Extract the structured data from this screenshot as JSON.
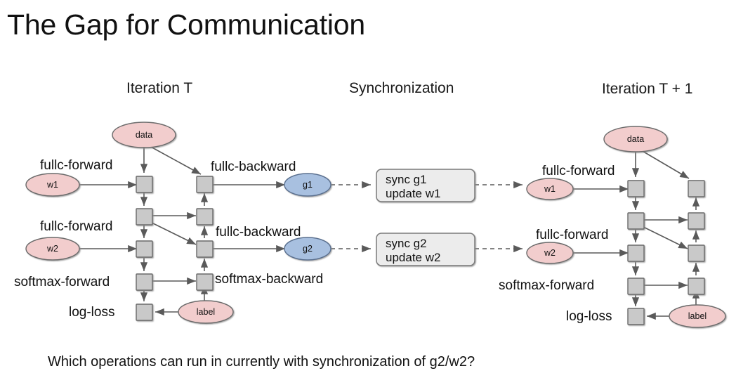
{
  "title": "The Gap for Communication",
  "caption": "Which operations can run in currently with synchronization of g2/w2?",
  "headers": {
    "left": "Iteration T",
    "middle": "Synchronization",
    "right": "Iteration T + 1"
  },
  "colors": {
    "data_ellipse_fill": "#f2cdcd",
    "data_ellipse_stroke": "#6b6b6b",
    "grad_ellipse_fill": "#a8c0e0",
    "grad_ellipse_stroke": "#5a6f8f",
    "op_square_fill": "#c9c9c9",
    "op_square_stroke": "#6b6b6b",
    "sync_box_fill": "#ececec",
    "sync_box_stroke": "#7a7a7a",
    "edge": "#5a5a5a",
    "text": "#111111"
  },
  "left_graph": {
    "name": "Iteration T",
    "ellipses": [
      {
        "id": "data-t",
        "label": "data",
        "kind": "data"
      },
      {
        "id": "w1-t",
        "label": "w1",
        "kind": "data"
      },
      {
        "id": "w2-t",
        "label": "w2",
        "kind": "data"
      },
      {
        "id": "label-t",
        "label": "label",
        "kind": "data"
      },
      {
        "id": "g1",
        "label": "g1",
        "kind": "gradient"
      },
      {
        "id": "g2",
        "label": "g2",
        "kind": "gradient"
      }
    ],
    "op_labels": [
      {
        "id": "fwd-fullc-1",
        "text": "fullc-forward"
      },
      {
        "id": "fwd-fullc-2",
        "text": "fullc-forward"
      },
      {
        "id": "fwd-softmax",
        "text": "softmax-forward"
      },
      {
        "id": "fwd-logloss",
        "text": "log-loss"
      },
      {
        "id": "bwd-fullc-1",
        "text": "fullc-backward"
      },
      {
        "id": "bwd-fullc-2",
        "text": "fullc-backward"
      },
      {
        "id": "bwd-softmax",
        "text": "softmax-backward"
      }
    ],
    "forward_ops_count": 5,
    "backward_ops_count": 4
  },
  "sync_boxes": [
    {
      "id": "sync-g1",
      "line1": "sync g1",
      "line2": "update w1"
    },
    {
      "id": "sync-g2",
      "line1": "sync g2",
      "line2": "update w2"
    }
  ],
  "right_graph": {
    "name": "Iteration T + 1",
    "ellipses": [
      {
        "id": "data-t1",
        "label": "data",
        "kind": "data"
      },
      {
        "id": "w1-t1",
        "label": "w1",
        "kind": "data"
      },
      {
        "id": "w2-t1",
        "label": "w2",
        "kind": "data"
      },
      {
        "id": "label-t1",
        "label": "label",
        "kind": "data"
      }
    ],
    "op_labels": [
      {
        "id": "r-fwd-fullc-1",
        "text": "fullc-forward"
      },
      {
        "id": "r-fwd-fullc-2",
        "text": "fullc-forward"
      },
      {
        "id": "r-fwd-softmax",
        "text": "softmax-forward"
      },
      {
        "id": "r-fwd-logloss",
        "text": "log-loss"
      }
    ],
    "forward_ops_count": 5,
    "backward_ops_count": 4
  }
}
